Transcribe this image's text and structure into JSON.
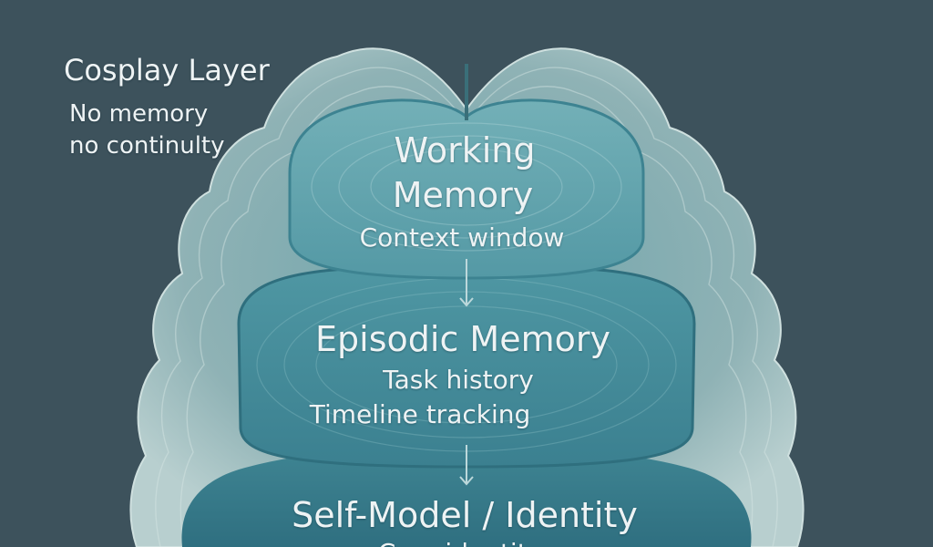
{
  "outer_layer": {
    "title": "Cosplay Layer",
    "line1": "No memory",
    "line2": "no continulty"
  },
  "layers": [
    {
      "title_line1": "Working",
      "title_line2": "Memory",
      "sub1": "Context window"
    },
    {
      "title_line1": "Episodic Memory",
      "sub1": "Task history",
      "sub2": "Timeline tracking"
    },
    {
      "title_line1": "Self-Model / Identity",
      "sub1": "Core identity"
    }
  ],
  "colors": {
    "background": "#3d525c",
    "outer_ridge": "#9fb9bc",
    "layer_top": "#5fa3ad",
    "layer_mid": "#4a8f9c",
    "layer_deep": "#3b7d8c",
    "text": "#eef3f4"
  }
}
